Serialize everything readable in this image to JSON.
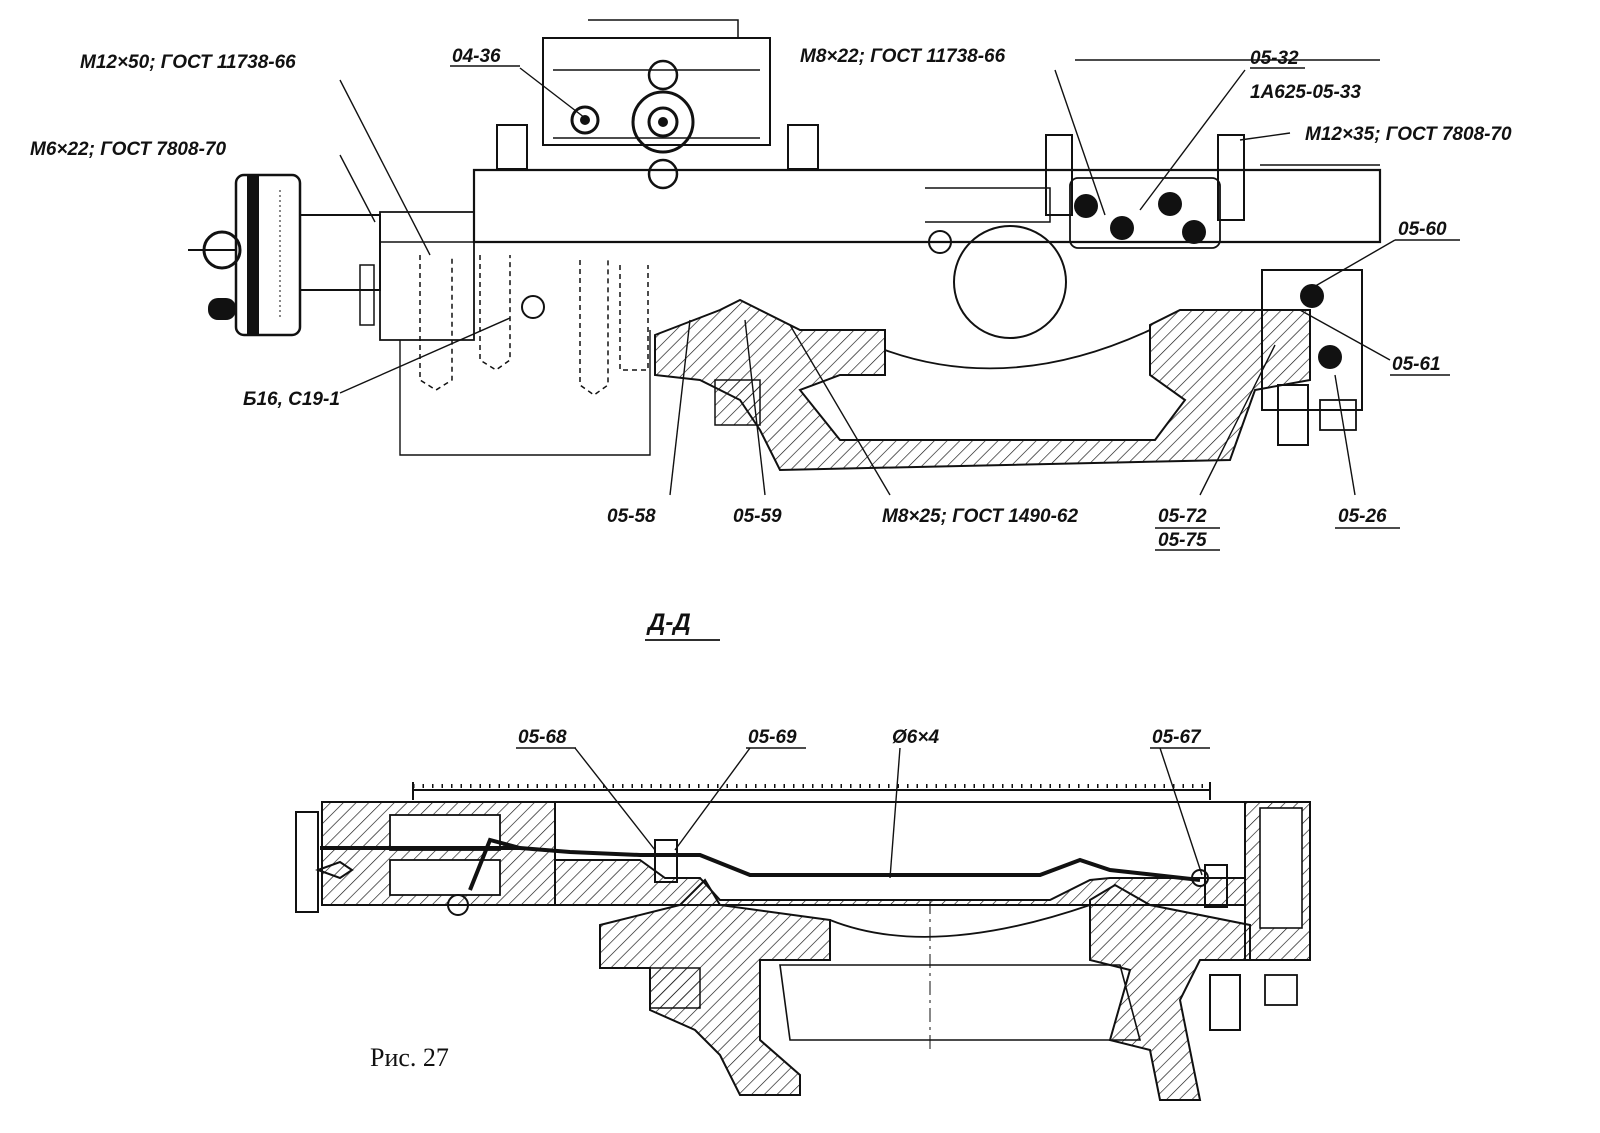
{
  "top_view": {
    "labels": {
      "m12x50": "M12×50; ГОСТ 11738-66",
      "d04_36": "04-36",
      "m8x22_a": "M8×22; ГОСТ 11738-66",
      "d05_32": "05-32",
      "d1a625": "1А625-05-33",
      "m6x22": "M6×22; ГОСТ 7808-70",
      "m12x35": "M12×35; ГОСТ 7808-70",
      "d05_60": "05-60",
      "d05_61": "05-61",
      "b16": "Б16, С19-1",
      "d05_58": "05-58",
      "d05_59": "05-59",
      "m8x25": "M8×25; ГОСТ 1490-62",
      "d05_72": "05-72",
      "d05_75": "05-75",
      "d05_26": "05-26"
    }
  },
  "section_title": "Д-Д",
  "section_view": {
    "labels": {
      "d05_68": "05-68",
      "d05_69": "05-69",
      "pipe": "Ø6×4",
      "d05_67": "05-67"
    }
  },
  "caption": "Рис. 27"
}
